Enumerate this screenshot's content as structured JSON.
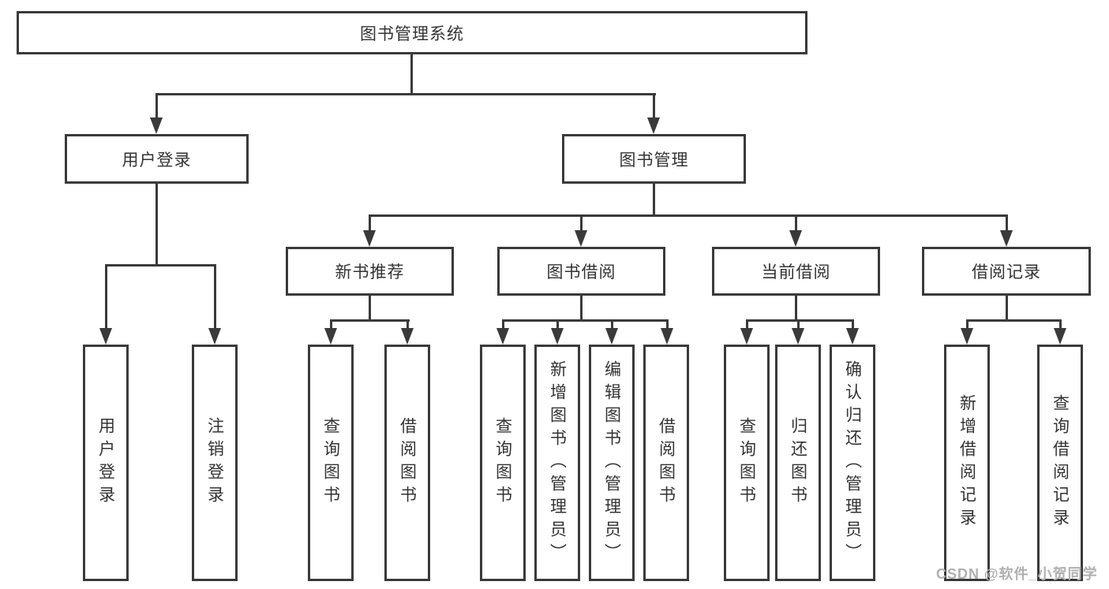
{
  "diagram_type": "hierarchy-tree",
  "tree": {
    "label": "图书管理系统",
    "children": [
      {
        "label": "用户登录",
        "children": [
          {
            "label": "用户登录"
          },
          {
            "label": "注销登录"
          }
        ]
      },
      {
        "label": "图书管理",
        "children": [
          {
            "label": "新书推荐",
            "children": [
              {
                "label": "查询图书"
              },
              {
                "label": "借阅图书"
              }
            ]
          },
          {
            "label": "图书借阅",
            "children": [
              {
                "label": "查询图书"
              },
              {
                "label": "新增图书（管理员）"
              },
              {
                "label": "编辑图书（管理员）"
              },
              {
                "label": "借阅图书"
              }
            ]
          },
          {
            "label": "当前借阅",
            "children": [
              {
                "label": "查询图书"
              },
              {
                "label": "归还图书"
              },
              {
                "label": "确认归还（管理员）"
              }
            ]
          },
          {
            "label": "借阅记录",
            "children": [
              {
                "label": "新增借阅记录"
              },
              {
                "label": "查询借阅记录"
              }
            ]
          }
        ]
      }
    ]
  },
  "watermark": {
    "text": "CSDN @软件_小贺同学"
  },
  "colors": {
    "line": "#3a3a3a",
    "text": "#333333",
    "watermark": "#b0b0b0",
    "background": "#ffffff"
  }
}
